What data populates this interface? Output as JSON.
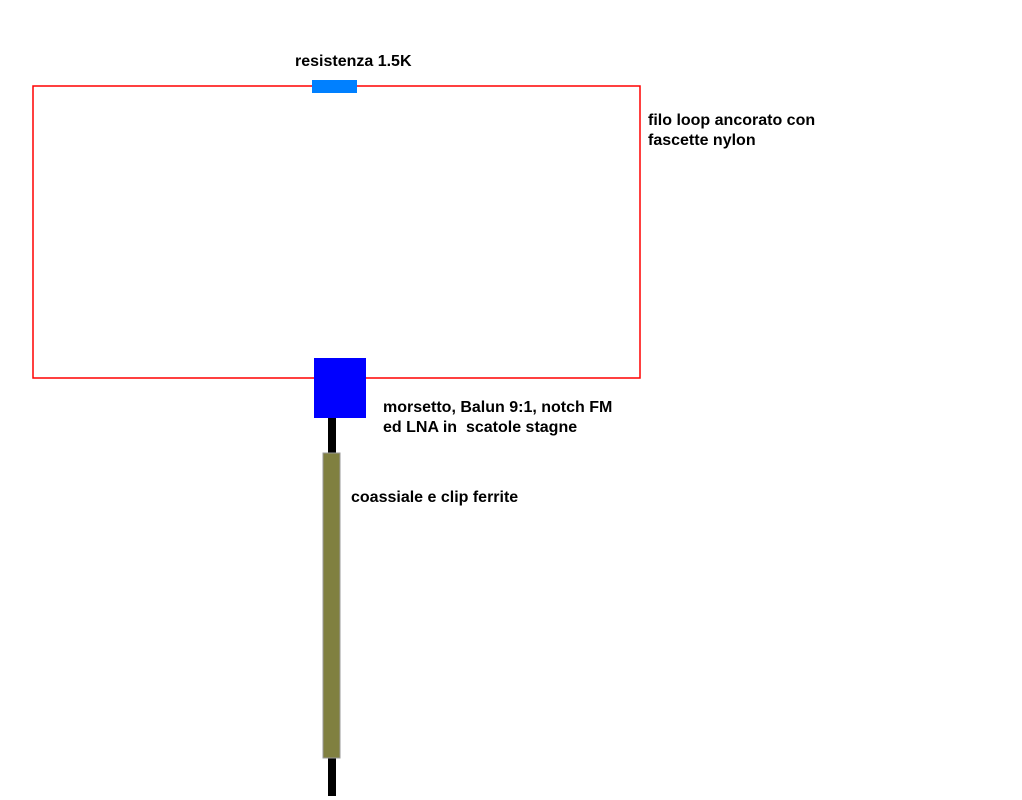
{
  "labels": {
    "resistor": "resistenza 1.5K",
    "loop_line1": "filo loop ancorato con",
    "loop_line2": "fascette nylon",
    "box_line1": "morsetto, Balun 9:1, notch FM",
    "box_line2": "ed LNA in  scatole stagne",
    "coax": "coassiale e clip ferrite"
  },
  "colors": {
    "loop_wire": "#ff0000",
    "resistor": "#0080ff",
    "box": "#0000ff",
    "cable": "#000000",
    "ferrite_sleeve": "#808040"
  }
}
